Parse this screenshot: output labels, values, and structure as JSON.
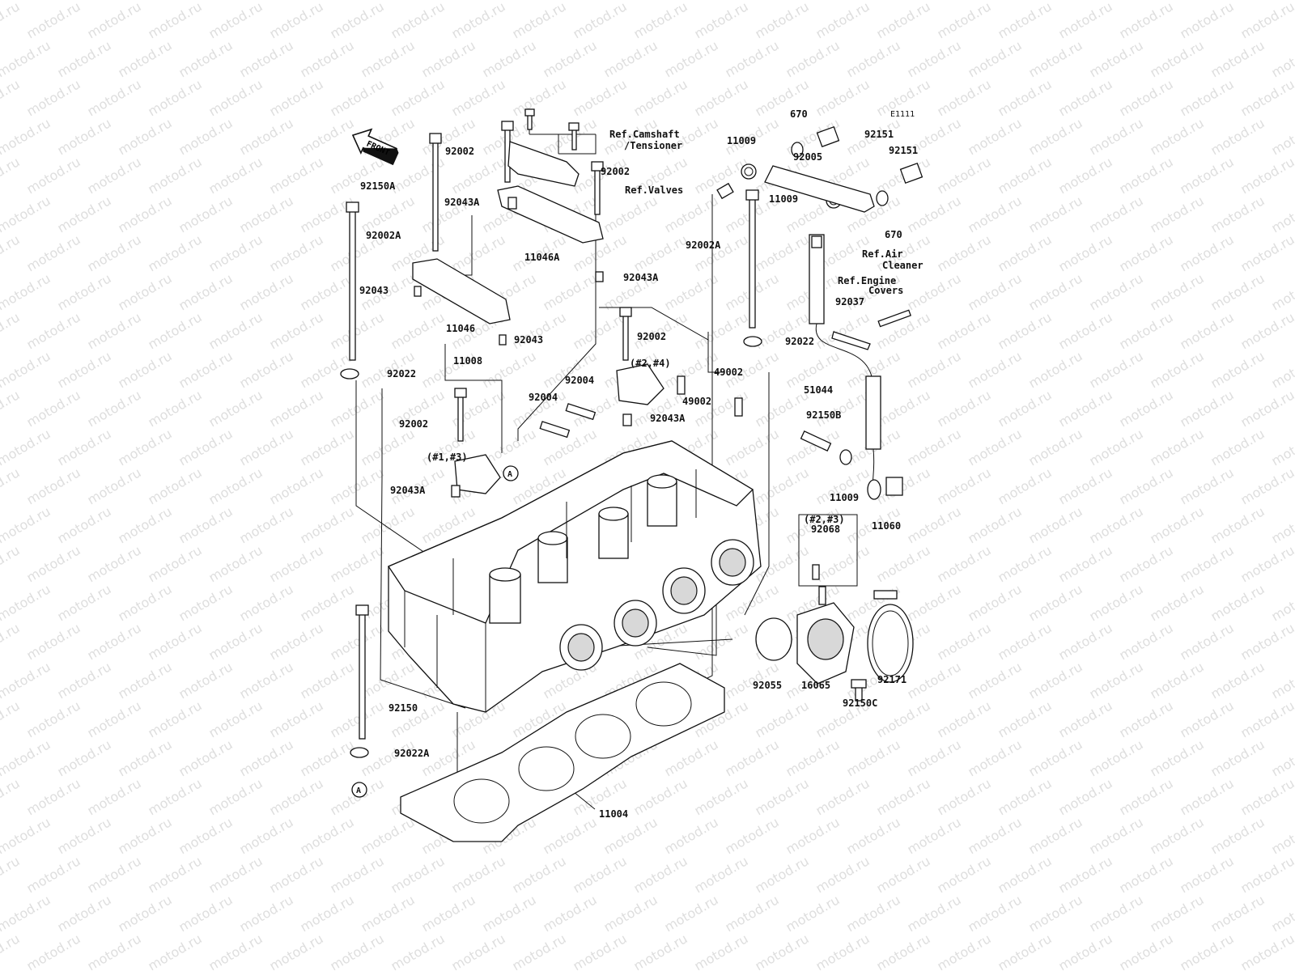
{
  "watermark": "motod.ru",
  "code": "E1111",
  "front_arrow": "FRONT",
  "callout_marker": "A",
  "refs": {
    "camshaft": [
      "Ref.Camshaft",
      "/Tensioner"
    ],
    "valves": "Ref.Valves",
    "air_cleaner": [
      "Ref.Air",
      "Cleaner"
    ],
    "engine_covers": [
      "Ref.Engine",
      "Covers"
    ]
  },
  "qualifiers": {
    "cyl_2_4": "(#2,#4)",
    "cyl_1_3": "(#1,#3)",
    "cyl_2_3": "(#2,#3)"
  },
  "labels": {
    "l670a": "670",
    "l670b": "670",
    "l92151a": "92151",
    "l92151b": "92151",
    "l92005": "92005",
    "l11009a": "11009",
    "l11009b": "11009",
    "l11009c": "11009",
    "l92002a": "92002",
    "l92002b": "92002",
    "l92002c": "92002",
    "l92002d": "92002",
    "l92150A": "92150A",
    "l92002A1": "92002A",
    "l92002A2": "92002A",
    "l92043A1": "92043A",
    "l92043A2": "92043A",
    "l92043A3": "92043A",
    "l92043A4": "92043A",
    "l11046A": "11046A",
    "l92043a": "92043",
    "l92043b": "92043",
    "l11046": "11046",
    "l92022a": "92022",
    "l92022b": "92022",
    "l92022A": "92022A",
    "l11008": "11008",
    "l92004a": "92004",
    "l92004b": "92004",
    "l49002a": "49002",
    "l49002b": "49002",
    "l92037": "92037",
    "l51044": "51044",
    "l92150B": "92150B",
    "l11060": "11060",
    "l92068": "92068",
    "l92055": "92055",
    "l16065": "16065",
    "l92171": "92171",
    "l92150C": "92150C",
    "l92150": "92150",
    "l11004": "11004"
  }
}
